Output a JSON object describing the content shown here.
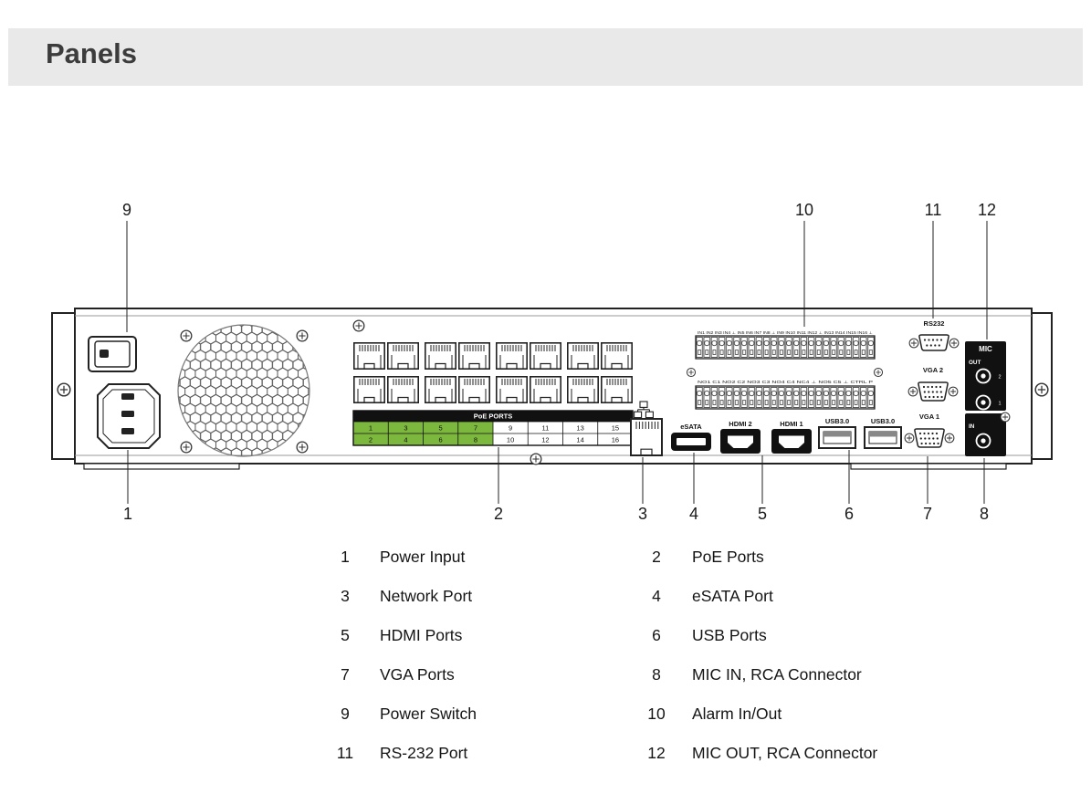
{
  "page": {
    "title": "Panels"
  },
  "panel": {
    "poe_header": "PoE PORTS",
    "poe_row1": [
      "1",
      "3",
      "5",
      "7",
      "9",
      "11",
      "13",
      "15"
    ],
    "poe_row2": [
      "2",
      "4",
      "6",
      "8",
      "10",
      "12",
      "14",
      "16"
    ],
    "alarm_row1": "IN1 IN2 IN3 IN4 ⊥ IN5 IN6 IN7 IN8 ⊥ IN9 IN10 IN11 IN12 ⊥ IN13 IN14 IN15 IN16 ⊥",
    "alarm_row2": "NO1 C1 NO2 C2 NO3 C3 NO4 C4 NC4 ⊥ NO5 C5 ⊥ CTRL P",
    "esata_label": "eSATA",
    "hdmi2_label": "HDMI 2",
    "hdmi1_label": "HDMI 1",
    "usb_label_1": "USB3.0",
    "usb_label_2": "USB3.0",
    "rs232_label": "RS232",
    "vga2_label": "VGA 2",
    "vga1_label": "VGA 1",
    "mic_label": "MIC",
    "mic_out_label": "OUT",
    "mic_in_label": "IN",
    "mic_jack2": "2",
    "mic_jack1": "1",
    "colors": {
      "poe_green": "#7cb73e",
      "panel_line": "#222222"
    }
  },
  "callouts": {
    "top": [
      "9",
      "10",
      "11",
      "12"
    ],
    "bottom": [
      "1",
      "2",
      "3",
      "4",
      "5",
      "6",
      "7",
      "8"
    ]
  },
  "legend": {
    "rows": [
      {
        "ln": "1",
        "ll": "Power Input",
        "rn": "2",
        "rl": "PoE Ports"
      },
      {
        "ln": "3",
        "ll": "Network Port",
        "rn": "4",
        "rl": "eSATA Port"
      },
      {
        "ln": "5",
        "ll": "HDMI Ports",
        "rn": "6",
        "rl": "USB Ports"
      },
      {
        "ln": "7",
        "ll": "VGA Ports",
        "rn": "8",
        "rl": "MIC IN, RCA Connector"
      },
      {
        "ln": "9",
        "ll": "Power Switch",
        "rn": "10",
        "rl": "Alarm In/Out"
      },
      {
        "ln": "11",
        "ll": "RS-232 Port",
        "rn": "12",
        "rl": "MIC OUT, RCA Connector"
      }
    ]
  }
}
